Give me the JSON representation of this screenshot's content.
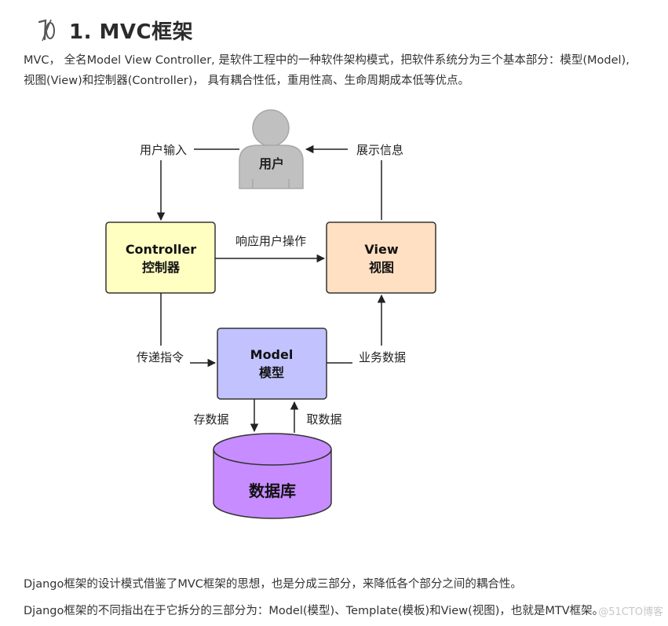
{
  "heading": {
    "icon": "link-icon",
    "text": "1. MVC框架"
  },
  "intro": {
    "line1": "MVC， 全名Model View Controller, 是软件工程中的一种软件架构模式，把软件系统分为三个基本部分：模型(Model),",
    "line2": "视图(View)和控制器(Controller)， 具有耦合性低，重用性高、生命周期成本低等优点。"
  },
  "diagram": {
    "user": {
      "icon": "user-icon",
      "label": "用户"
    },
    "controller": {
      "title": "Controller",
      "subtitle": "控制器",
      "color": "#ffffc2"
    },
    "view": {
      "title": "View",
      "subtitle": "视图",
      "color": "#ffe0c2"
    },
    "model": {
      "title": "Model",
      "subtitle": "模型",
      "color": "#c2c2ff"
    },
    "database": {
      "icon": "database-icon",
      "label": "数据库",
      "color": "#c78cff"
    },
    "edges": {
      "user_input": "用户输入",
      "show_info": "展示信息",
      "respond": "响应用户操作",
      "pass_command": "传递指令",
      "business_data": "业务数据",
      "store_data": "存数据",
      "fetch_data": "取数据"
    }
  },
  "outro": {
    "line1": "Django框架的设计模式借鉴了MVC框架的思想，也是分成三部分，来降低各个部分之间的耦合性。",
    "line2": "Django框架的不同指出在于它拆分的三部分为：Model(模型)、Template(模板)和View(视图)，也就是MTV框架。"
  },
  "watermark": "@51CTO博客"
}
